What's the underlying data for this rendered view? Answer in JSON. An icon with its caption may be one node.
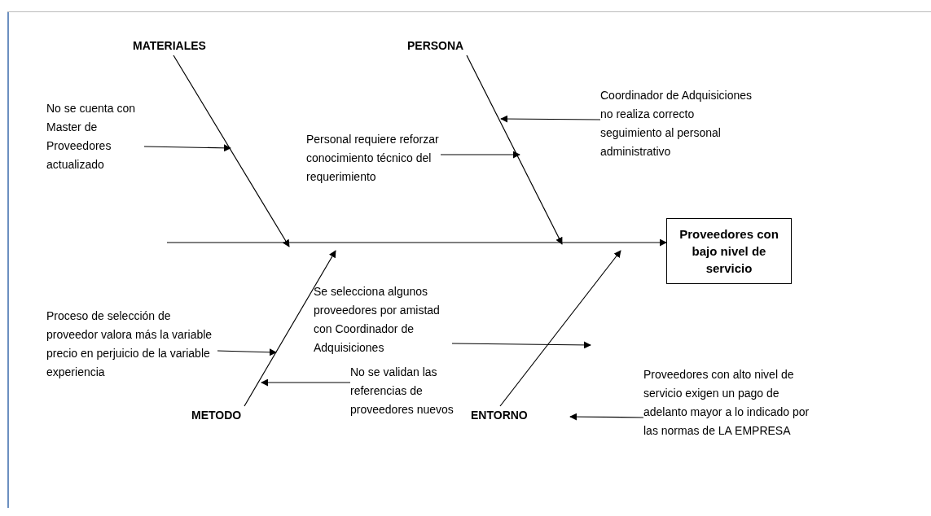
{
  "diagram": {
    "nodes": [
      {
        "text": [
          "MATERIALES"
        ]
      },
      {
        "text": [
          "PERSONA"
        ]
      },
      {
        "text": [
          "No se cuenta con Master de Proveedores actualizado"
        ]
      },
      {
        "text": [
          "Personal requiere reforzar conocimiento técnico del requerimiento"
        ]
      },
      {
        "text": [
          "Coordinador de Adquisiciones no realiza correcto seguimiento al personal administrativo"
        ]
      },
      {
        "text": [
          "Proveedores con bajo nivel de servicio"
        ]
      },
      {
        "text": [
          "Proceso de selección de proveedor valora más la variable precio en perjuicio de la variable experiencia"
        ]
      },
      {
        "text": [
          "Se selecciona algunos proveedores por amistad con Coordinador de Adquisiciones"
        ]
      },
      {
        "text": [
          "No se validan las referencias de proveedores nuevos"
        ]
      },
      {
        "text": [
          "Proveedores con alto nivel de servicio exigen un pago de adelanto mayor a lo indicado por las normas de LA EMPRESA"
        ]
      },
      {
        "text": [
          "METODO"
        ]
      },
      {
        "text": [
          "ENTORNO"
        ]
      }
    ],
    "edges": [
      {
        "from": null,
        "to": 5,
        "arrow": "to"
      },
      {
        "from": 0,
        "to": null,
        "arrow": "to"
      },
      {
        "from": 1,
        "to": null,
        "arrow": "to"
      },
      {
        "from": 10,
        "to": null,
        "arrow": "to"
      },
      {
        "from": 11,
        "to": null,
        "arrow": "to"
      },
      {
        "from": 2,
        "to": null,
        "arrow": "to"
      },
      {
        "from": 3,
        "to": null,
        "arrow": "to"
      },
      {
        "from": 4,
        "to": null,
        "arrow": "to"
      },
      {
        "from": 6,
        "to": null,
        "arrow": "to"
      },
      {
        "from": 7,
        "to": null,
        "arrow": "to"
      },
      {
        "from": 8,
        "to": null,
        "arrow": "to"
      },
      {
        "from": 9,
        "to": null,
        "arrow": "to"
      }
    ]
  }
}
